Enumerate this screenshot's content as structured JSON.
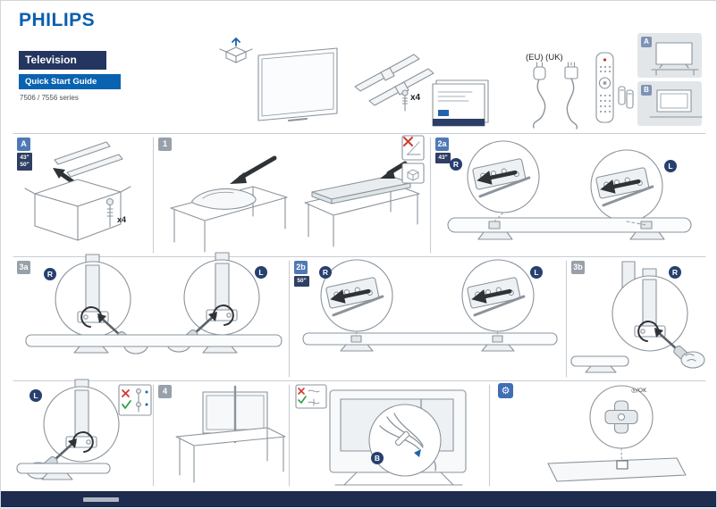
{
  "brand": {
    "logo": "PHILIPS",
    "product": "Television",
    "guide_title": "Quick Start Guide",
    "series": "7506 / 7556 series"
  },
  "colors": {
    "philips_blue": "#0b5fae",
    "navy_bar": "#24365f",
    "guide_bar_blue": "#0a63b0",
    "badge_navy": "#27406e",
    "footer_navy": "#1e2c50"
  },
  "box_contents": {
    "screw_count": "x4",
    "plug_types": "(EU) (UK)",
    "mount_option_a": "A",
    "mount_option_b": "B"
  },
  "badges": {
    "right": "R",
    "left": "L",
    "rear": "B"
  },
  "steps": {
    "a": {
      "label": "A",
      "size_top": "43\"",
      "size_bottom": "50\"",
      "screw_count": "x4"
    },
    "s1": {
      "label": "1"
    },
    "s2a": {
      "label": "2a",
      "size": "43\""
    },
    "s3a": {
      "label": "3a"
    },
    "s2b": {
      "label": "2b",
      "size": "50\""
    },
    "s3b": {
      "label": "3b"
    },
    "s4": {
      "label": "4"
    }
  },
  "settings": {
    "ok_label": "◎/OK"
  }
}
